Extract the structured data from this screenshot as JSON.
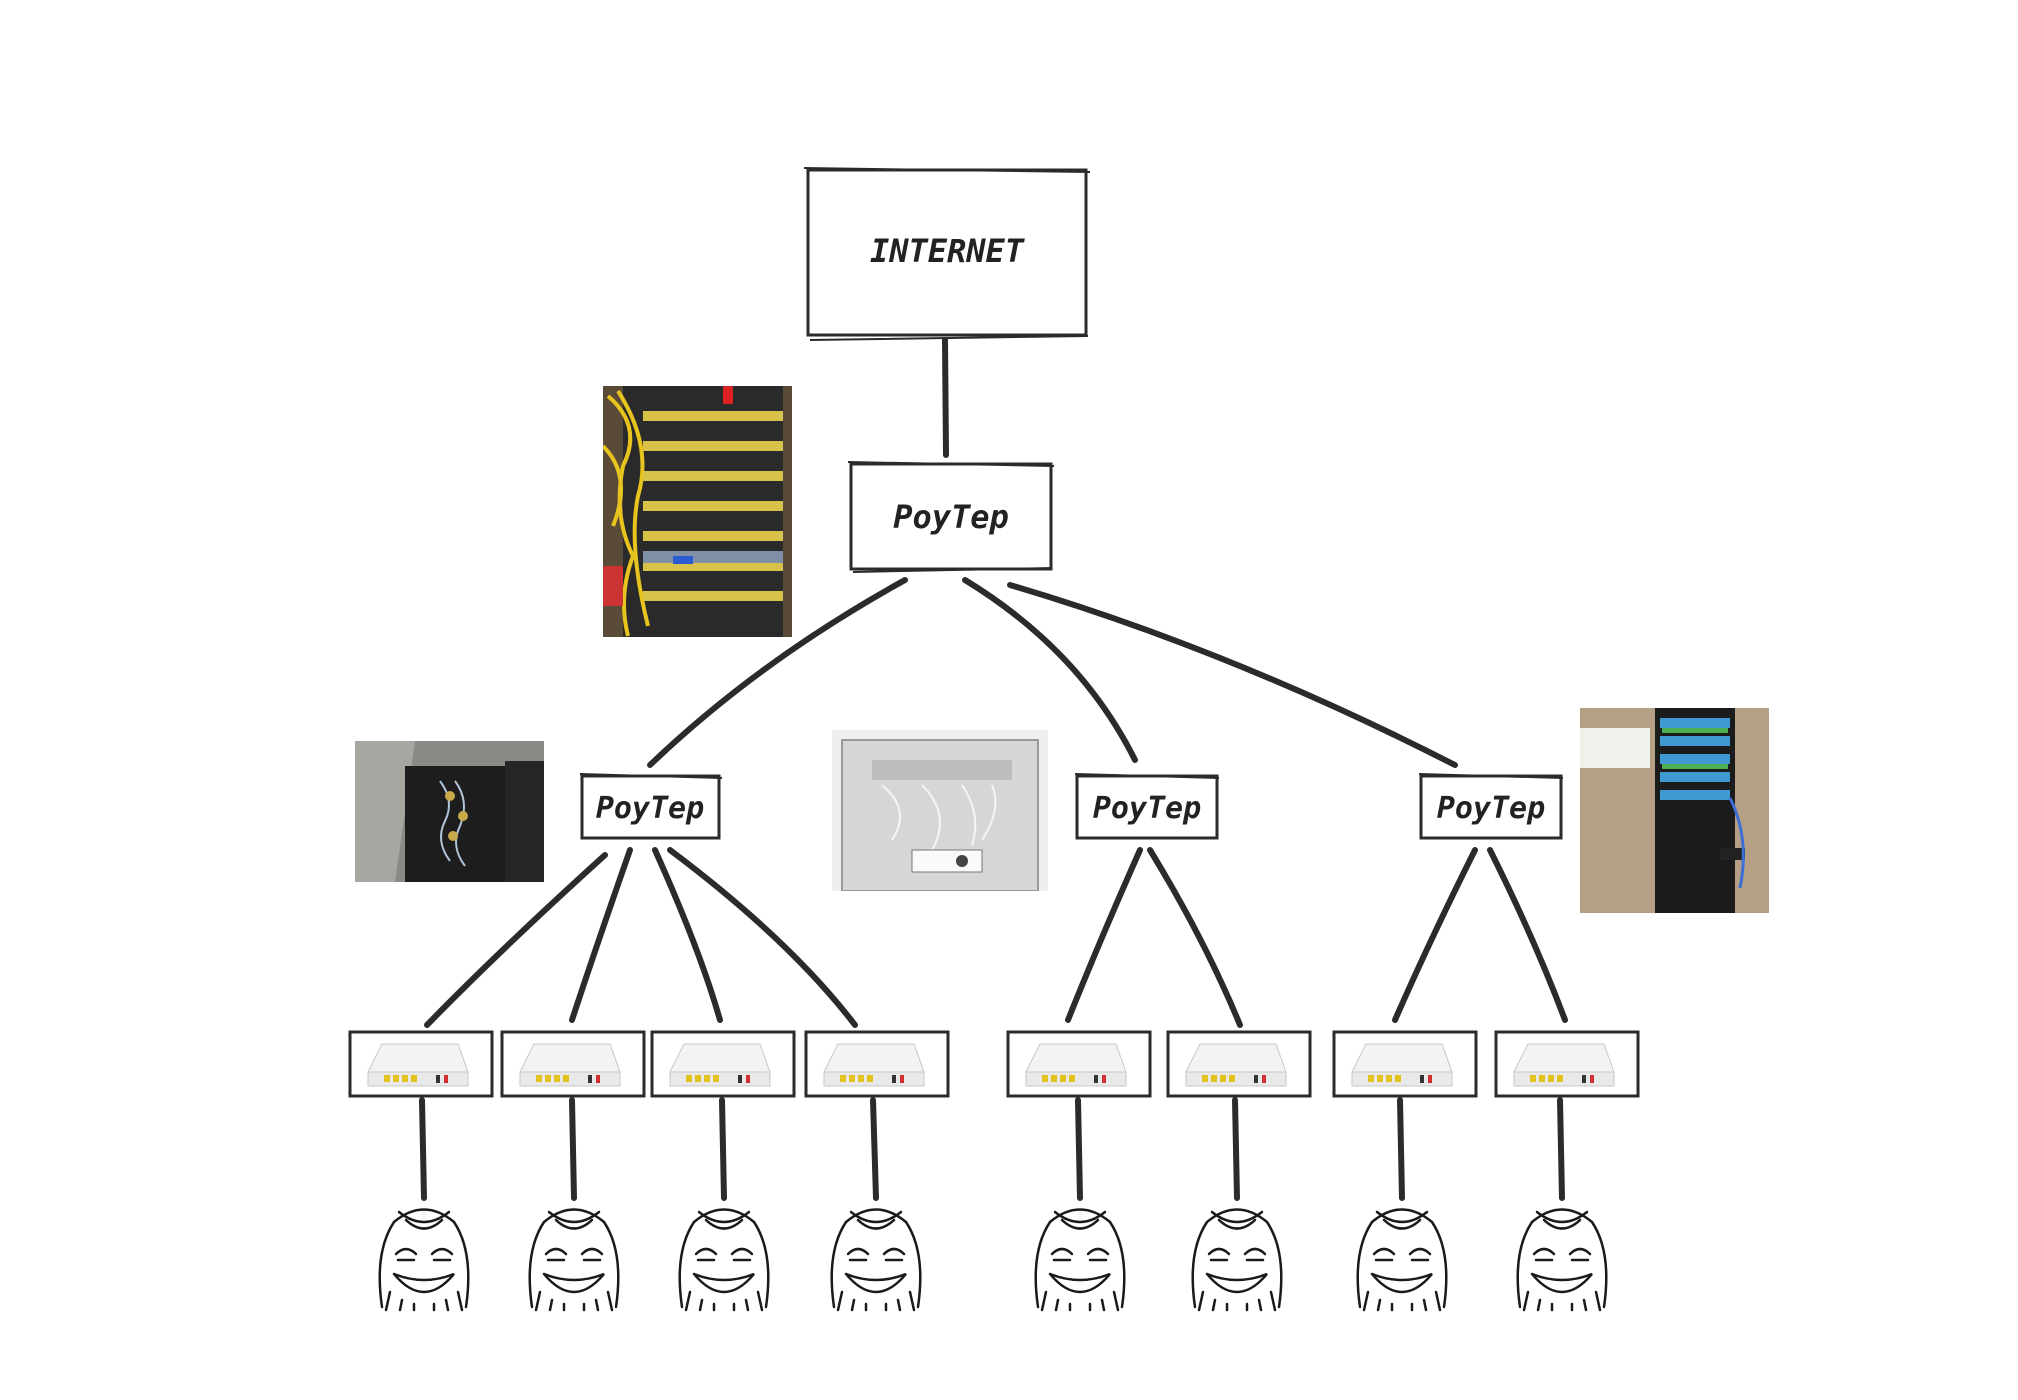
{
  "nodes": {
    "internet": {
      "label": "INTERNET"
    },
    "core_router": {
      "label": "РоуТер"
    },
    "routers": [
      {
        "label": "РоуТер"
      },
      {
        "label": "РоуТер"
      },
      {
        "label": "РоуТер"
      }
    ]
  },
  "modem_count": 8,
  "user_count": 8,
  "icons": {
    "photo_core_rack": "fiber-patch-rack-photo",
    "photo_left_cabinet": "open-cabinet-photo",
    "photo_wall_box": "wall-network-box-photo",
    "photo_right_rack": "server-rack-room-photo",
    "modem": "onu-modem-icon",
    "user": "laughing-face-icon"
  }
}
